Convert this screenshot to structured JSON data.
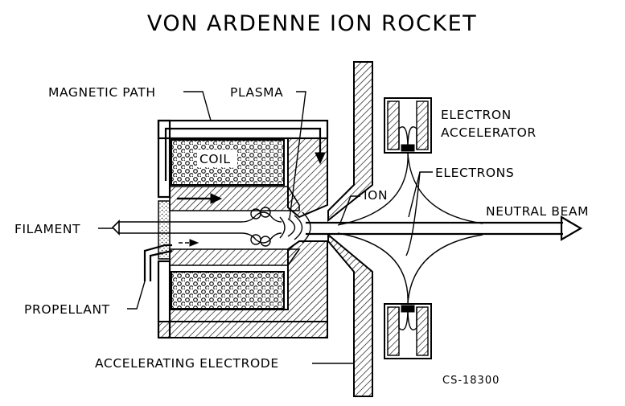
{
  "title": "VON ARDENNE ION ROCKET",
  "labels": {
    "magnetic_path": "MAGNETIC PATH",
    "plasma": "PLASMA",
    "coil": "COIL",
    "electron_accelerator_line1": "ELECTRON",
    "electron_accelerator_line2": "ACCELERATOR",
    "electrons": "ELECTRONS",
    "ion": "ION",
    "neutral_beam": "NEUTRAL BEAM",
    "filament": "FILAMENT",
    "propellant": "PROPELLANT",
    "accelerating_electrode": "ACCELERATING ELECTRODE"
  },
  "figure_code": "CS-18300",
  "colors": {
    "ink": "#000000",
    "background": "#ffffff"
  }
}
